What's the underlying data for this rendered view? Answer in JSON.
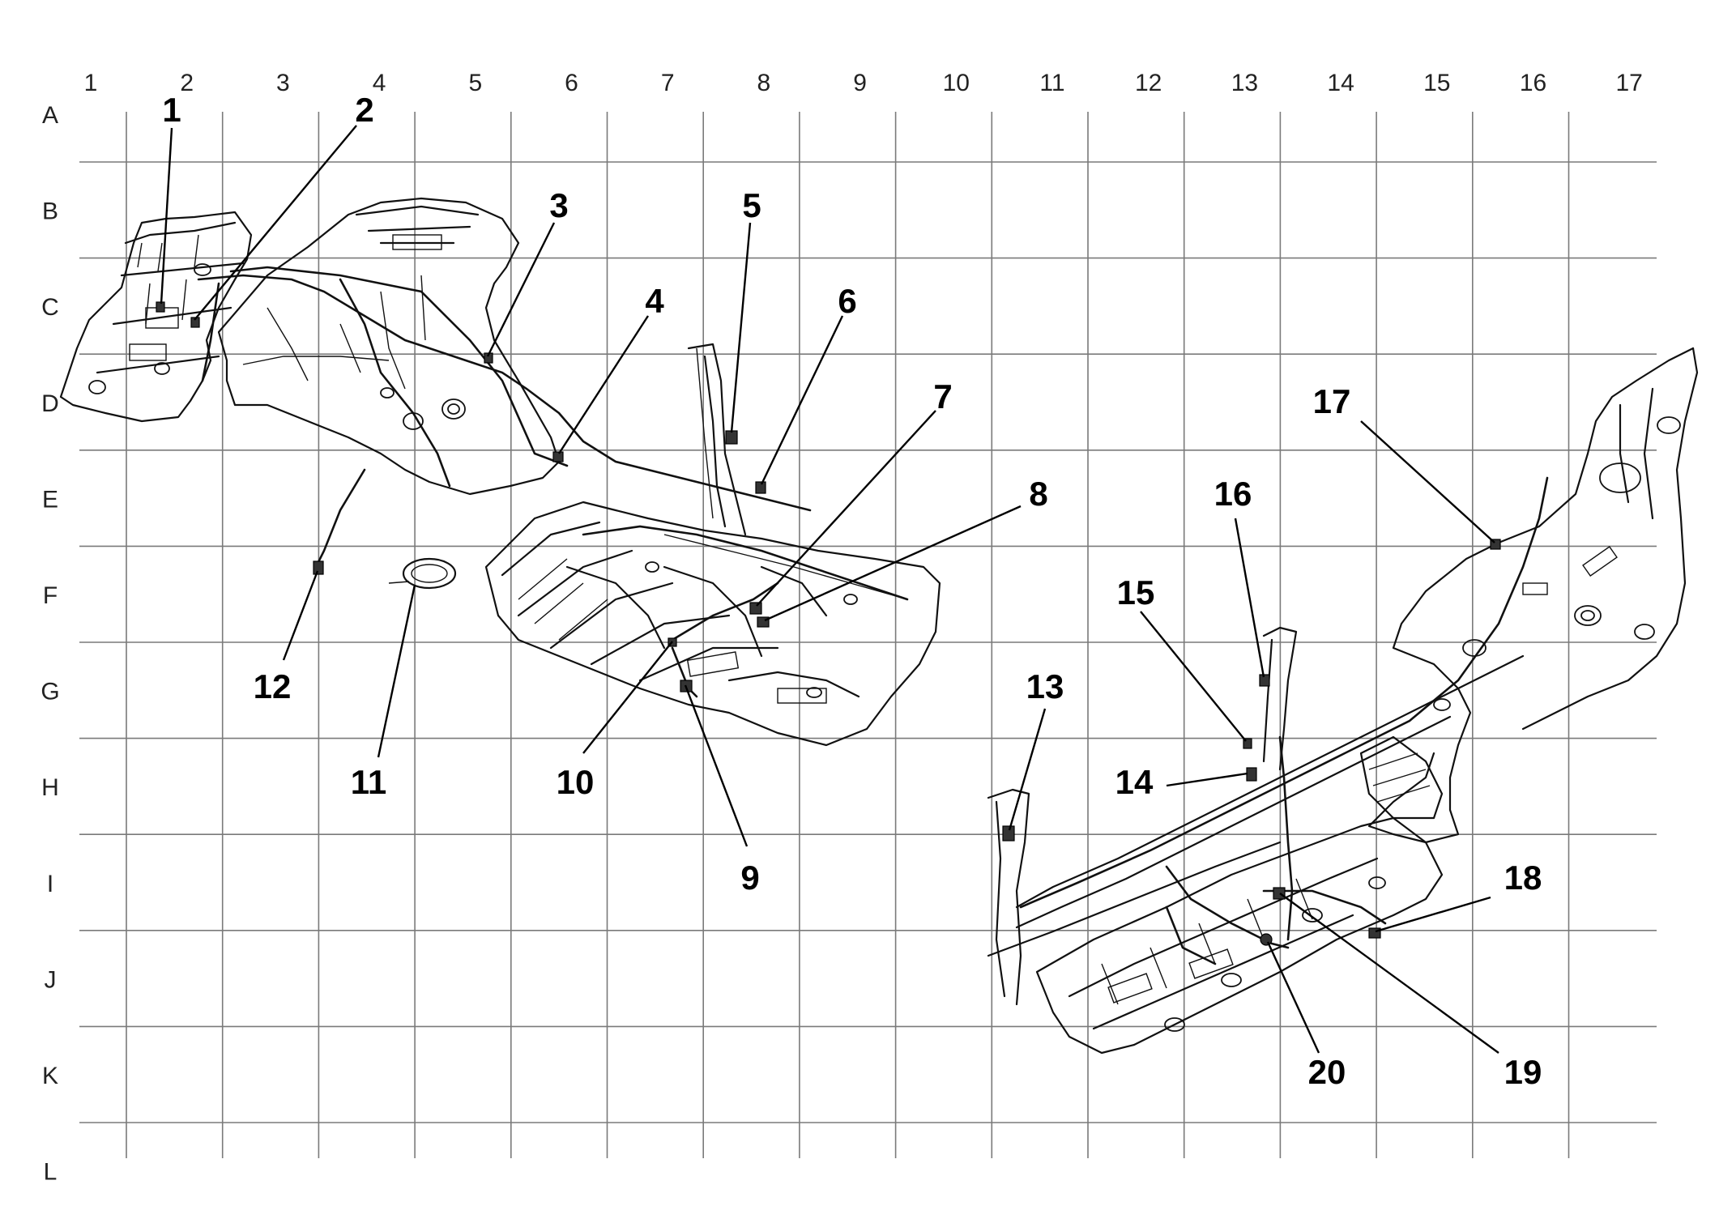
{
  "grid": {
    "columns": [
      "1",
      "2",
      "3",
      "4",
      "5",
      "6",
      "7",
      "8",
      "9",
      "10",
      "11",
      "12",
      "13",
      "14",
      "15",
      "16",
      "17"
    ],
    "rows": [
      "A",
      "B",
      "C",
      "D",
      "E",
      "F",
      "G",
      "H",
      "I",
      "J",
      "K",
      "L"
    ]
  },
  "callouts": [
    {
      "number": "1"
    },
    {
      "number": "2"
    },
    {
      "number": "3"
    },
    {
      "number": "4"
    },
    {
      "number": "5"
    },
    {
      "number": "6"
    },
    {
      "number": "7"
    },
    {
      "number": "8"
    },
    {
      "number": "9"
    },
    {
      "number": "10"
    },
    {
      "number": "11"
    },
    {
      "number": "12"
    },
    {
      "number": "13"
    },
    {
      "number": "14"
    },
    {
      "number": "15"
    },
    {
      "number": "16"
    },
    {
      "number": "17"
    },
    {
      "number": "18"
    },
    {
      "number": "19"
    },
    {
      "number": "20"
    }
  ]
}
